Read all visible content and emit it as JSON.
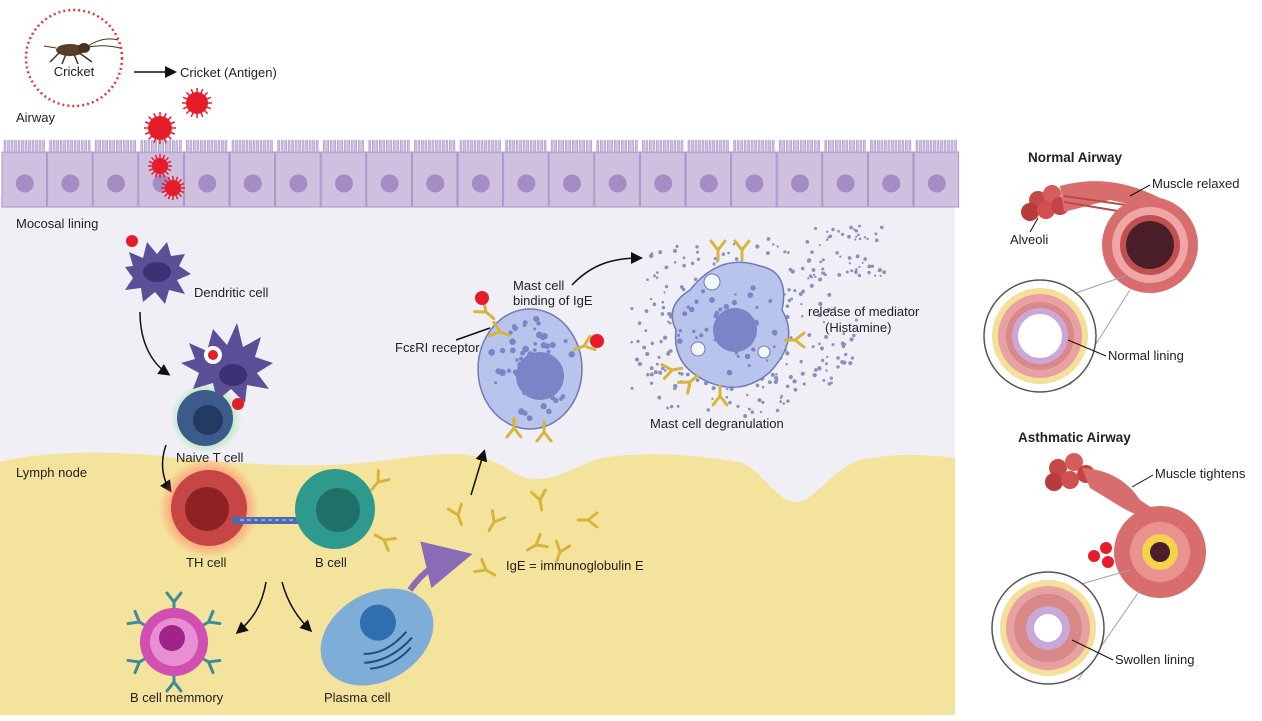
{
  "labels": {
    "cricket": "Cricket",
    "cricket_antigen": "Cricket (Antigen)",
    "airway": "Airway",
    "mucosal_lining": "Mocosal lining",
    "dendritic_cell": "Dendritic cell",
    "naive_t_cell": "Naive T cell",
    "lymph_node": "Lymph node",
    "th_cell": "TH cell",
    "b_cell": "B cell",
    "b_cell_memory": "B cell memmory",
    "plasma_cell": "Plasma cell",
    "ige": "IgE = immunoglobulin E",
    "fceri_receptor": "FcεRI receptor",
    "mast_cell_binding_line1": "Mast cell",
    "mast_cell_binding_line2": "binding of IgE",
    "mast_cell_degranulation": "Mast cell degranulation",
    "release_mediator_line1": "release of mediator",
    "release_mediator_line2": "(Histamine)"
  },
  "right_panel": {
    "normal_title": "Normal Airway",
    "muscle_relaxed": "Muscle relaxed",
    "alveoli": "Alveoli",
    "normal_lining": "Normal lining",
    "asthmatic_title": "Asthmatic Airway",
    "muscle_tightens": "Muscle tightens",
    "swollen_lining": "Swollen lining"
  },
  "colors": {
    "epithelium": "#cfc0e0",
    "nucleus": "#a48cc4",
    "lumen": "#f1eff6",
    "lymph_node": "#f4e39c",
    "antigen": "#e51d2a",
    "dendritic": "#5b4f98",
    "naive_t": "#3d5a8c",
    "th_cell": "#c64545",
    "b_cell": "#2e9a8e",
    "memory_b": "#d04fb0",
    "plasma": "#7eaed8",
    "ige": "#d8b53a",
    "mast": "#b8c4ec",
    "airway_muscle": "#d86d6d",
    "airway_lining": "#f3e09a"
  }
}
